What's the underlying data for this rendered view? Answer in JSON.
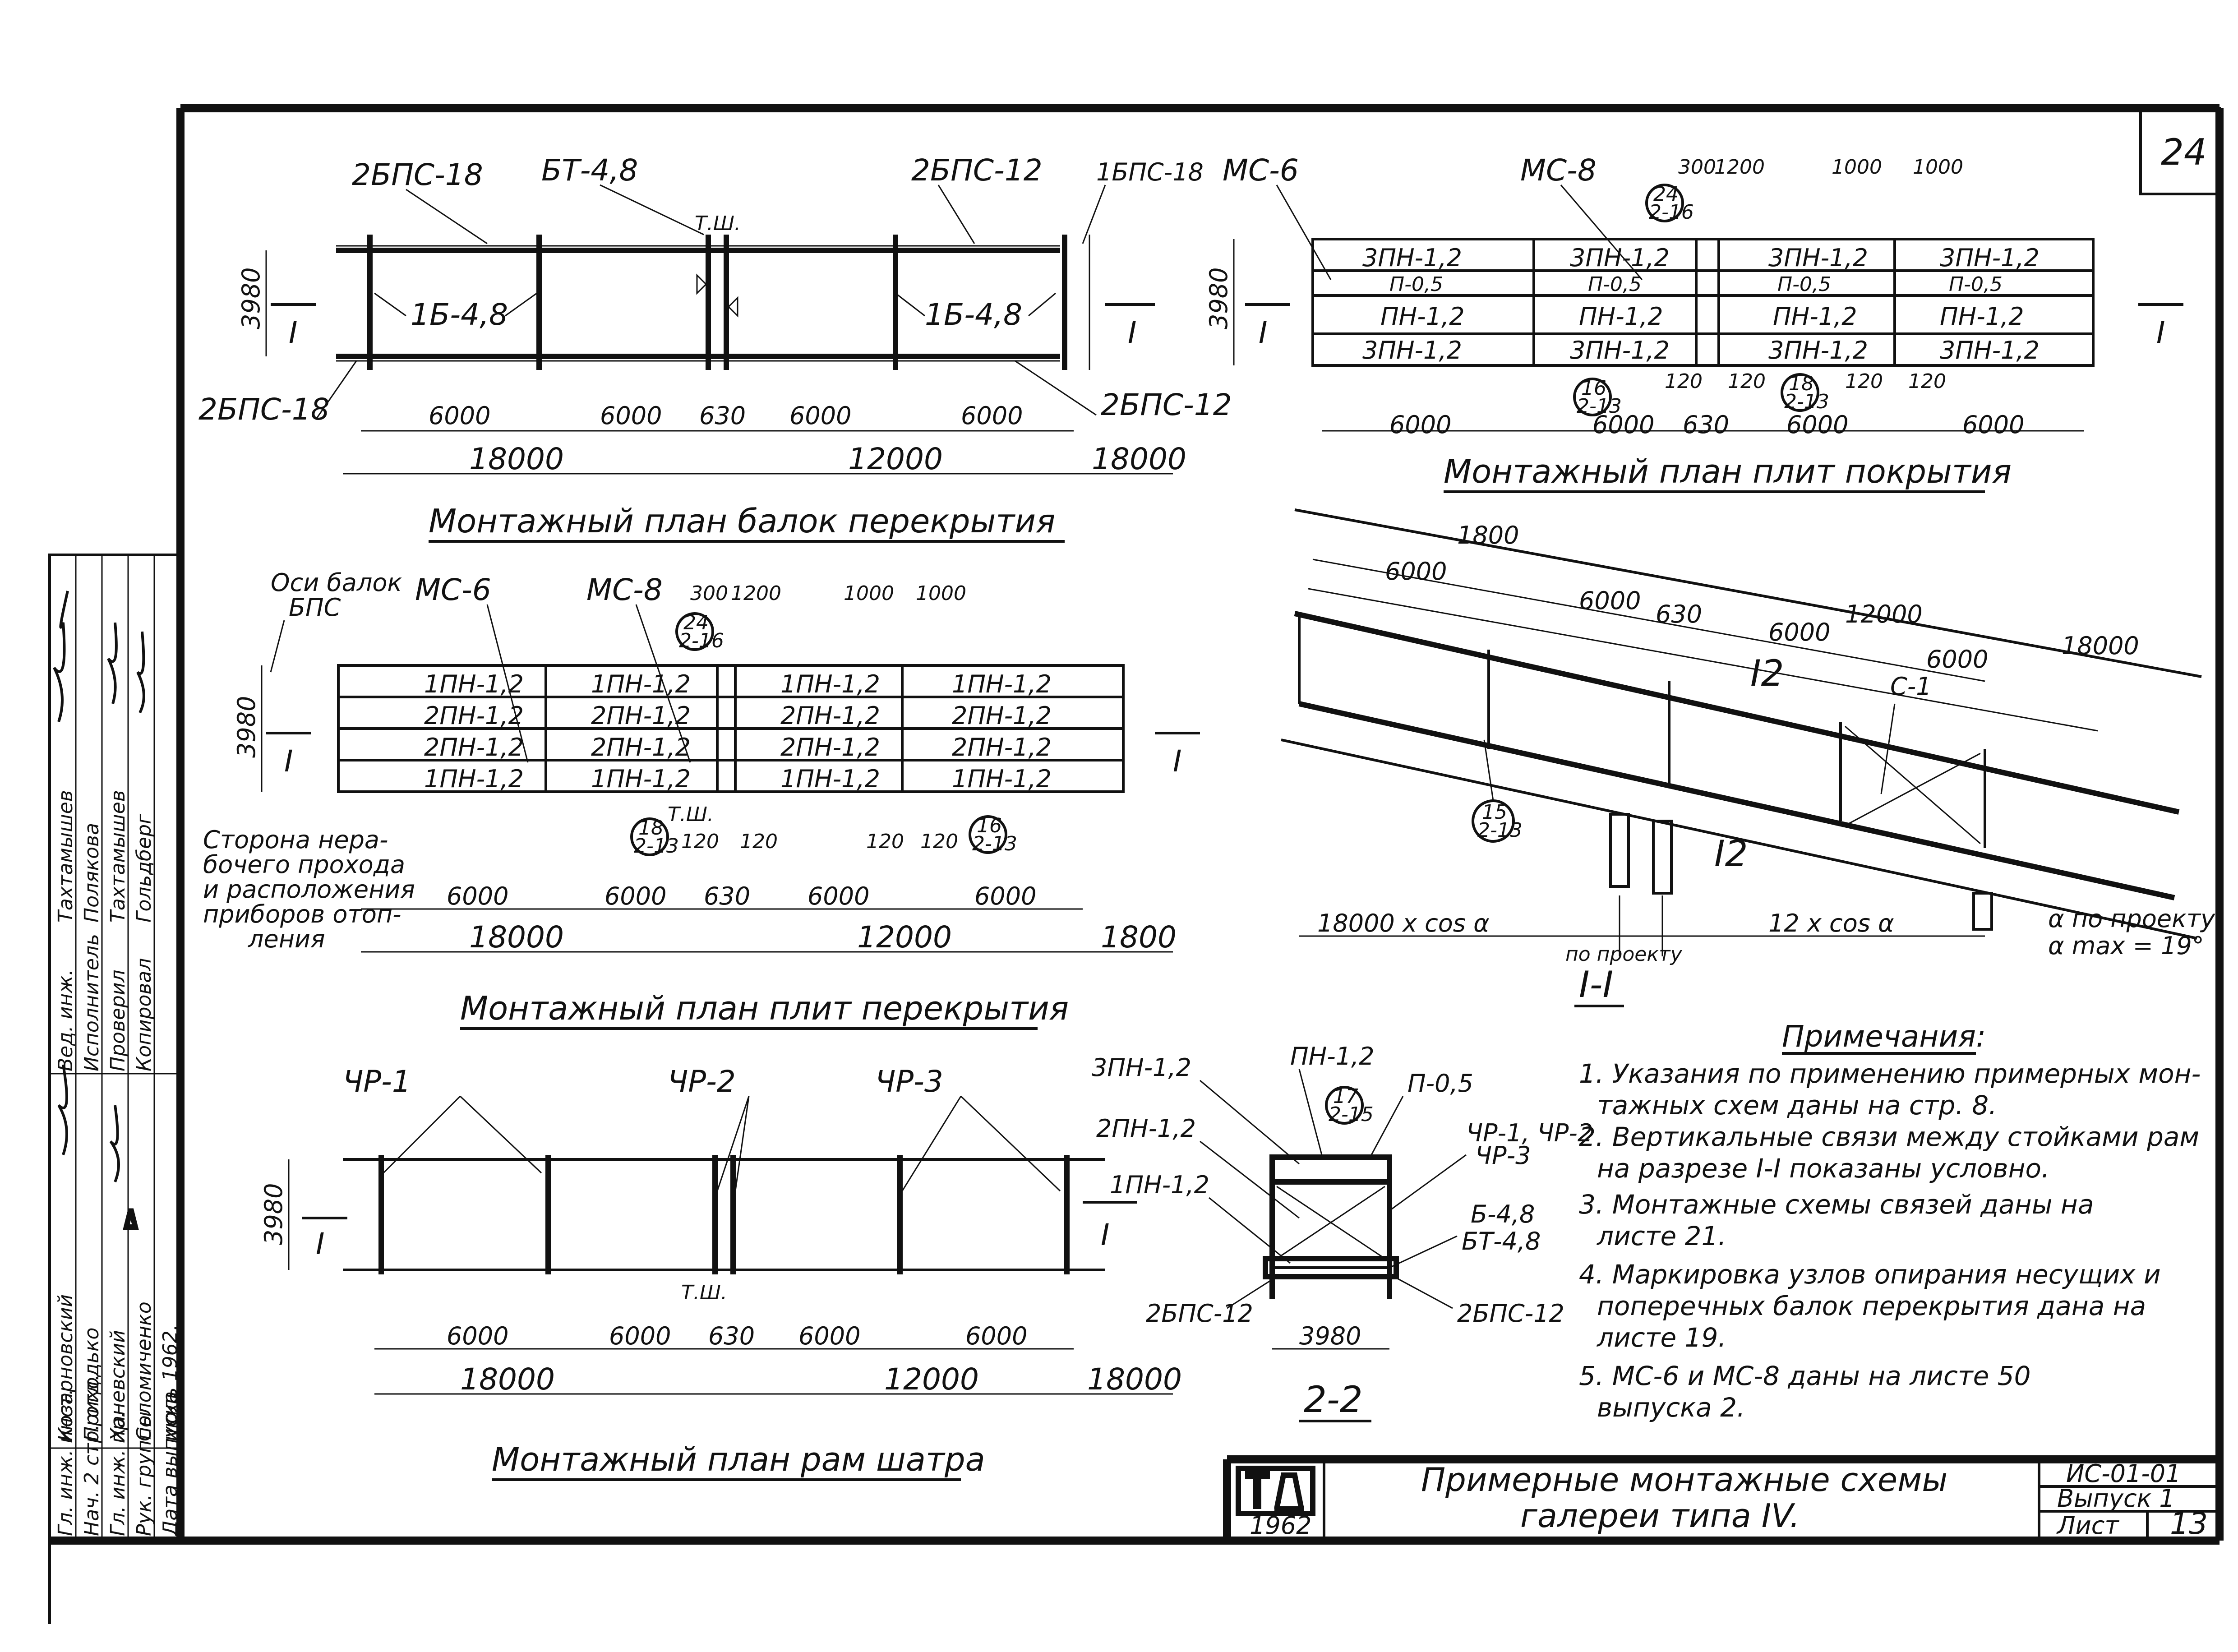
{
  "sheet": {
    "page_number": "24",
    "stamp_year": "1962",
    "title_line1": "Примерные монтажные схемы",
    "title_line2": "галереи типа IV.",
    "code": "ИС-01-01",
    "issue": "Выпуск 1",
    "list_label": "Лист",
    "list_number": "13"
  },
  "side_stamp": {
    "roles": [
      "Гл. инж. инст.",
      "Нач. 2 стр. отд.",
      "Гл. инж. пр.",
      "Рук. группы",
      "Дата выпуска"
    ],
    "names": [
      "Козарновский",
      "Приходько",
      "Ханевский",
      "Соломиченко",
      "июль 1962."
    ],
    "roles2": [
      "Вед. инж.",
      "Исполнитель",
      "Проверил",
      "Копировал"
    ],
    "names2": [
      "Тахтамышев",
      "Полякова",
      "Тахтамышев",
      "Гольдберг"
    ]
  },
  "plan_beams": {
    "title": "Монтажный план балок перекрытия",
    "labels": [
      "2БПС-18",
      "БТ-4,8",
      "2БПС-12",
      "1БПС-18",
      "1Б-4,8",
      "1Б-4,8",
      "2БПС-18",
      "2БПС-12",
      "Т.Ш."
    ],
    "width_dim": "3980",
    "section_mark": "I",
    "dims_spans": [
      "6000",
      "6000",
      "630",
      "6000",
      "6000"
    ],
    "dims_totals": [
      "18000",
      "12000",
      "18000"
    ]
  },
  "plan_roof": {
    "title": "Монтажный план плит покрытия",
    "labels_top": [
      "МС-6",
      "МС-8"
    ],
    "dims_top": [
      "300",
      "1200",
      "1000",
      "1000"
    ],
    "rows": [
      [
        "3ПН-1,2",
        "3ПН-1,2",
        "3ПН-1,2",
        "3ПН-1,2"
      ],
      [
        "П-0,5",
        "П-0,5",
        "П-0,5",
        "П-0,5"
      ],
      [
        "ПН-1,2",
        "ПН-1,2",
        "ПН-1,2",
        "ПН-1,2"
      ],
      [
        "3ПН-1,2",
        "3ПН-1,2",
        "3ПН-1,2",
        "3ПН-1,2"
      ]
    ],
    "small_dims": [
      "120",
      "120",
      "120",
      "120"
    ],
    "circle_top": "24",
    "circle_top_sub": "2-16",
    "circle_a": "16",
    "circle_a_sub": "2-13",
    "circle_b": "18",
    "circle_b_sub": "2-13",
    "width_dim": "3980",
    "section_mark": "I",
    "dims_spans": [
      "6000",
      "6000",
      "630",
      "6000",
      "6000"
    ]
  },
  "plan_floor": {
    "title": "Монтажный план плит перекрытия",
    "labels_top": [
      "Оси балок",
      "БПС",
      "МС-6",
      "МС-8"
    ],
    "dims_top": [
      "300",
      "1200",
      "1000",
      "1000"
    ],
    "rows": [
      [
        "1ПН-1,2",
        "1ПН-1,2",
        "1ПН-1,2",
        "1ПН-1,2"
      ],
      [
        "2ПН-1,2",
        "2ПН-1,2",
        "2ПН-1,2",
        "2ПН-1,2"
      ],
      [
        "2ПН-1,2",
        "2ПН-1,2",
        "2ПН-1,2",
        "2ПН-1,2"
      ],
      [
        "1ПН-1,2",
        "1ПН-1,2",
        "1ПН-1,2",
        "1ПН-1,2"
      ]
    ],
    "note_side": [
      "Сторона нера-",
      "бочего прохода",
      "и расположения",
      "приборов отоп-",
      "ления"
    ],
    "small_dims": [
      "120",
      "120",
      "120",
      "120"
    ],
    "tsh": "Т.Ш.",
    "circle_top": "24",
    "circle_top_sub": "2-16",
    "circle_a": "18",
    "circle_a_sub": "2-13",
    "circle_b": "16",
    "circle_b_sub": "2-13",
    "width_dim": "3980",
    "section_mark": "I",
    "dims_spans": [
      "6000",
      "6000",
      "630",
      "6000",
      "6000"
    ],
    "dims_totals": [
      "18000",
      "12000",
      "1800"
    ]
  },
  "plan_frames": {
    "title": "Монтажный план рам шатра",
    "labels": [
      "ЧР-1",
      "ЧР-2",
      "ЧР-3"
    ],
    "tsh": "Т.Ш.",
    "width_dim": "3980",
    "section_mark": "I",
    "dims_spans": [
      "6000",
      "6000",
      "630",
      "6000",
      "6000"
    ],
    "dims_totals": [
      "18000",
      "12000",
      "18000"
    ]
  },
  "section_11": {
    "title": "I-I",
    "dims_top": [
      "1800",
      "6000",
      "6000",
      "630",
      "12000",
      "6000",
      "6000",
      "18000"
    ],
    "labels": [
      "I2",
      "I2",
      "С-1"
    ],
    "circle": "15",
    "circle_sub": "2-13",
    "bottom_dims": [
      "18000 x cos α",
      "12 x cos α"
    ],
    "by_project": "по проекту",
    "alpha_note1": "α по проекту",
    "alpha_note2": "α max = 19°"
  },
  "section_22": {
    "title": "2-2",
    "labels_left": [
      "3ПН-1,2",
      "2ПН-1,2",
      "1ПН-1,2",
      "2БПС-12"
    ],
    "labels_right": [
      "П-0,5",
      "ЧР-1, ЧР-2",
      "ЧР-3",
      "Б-4,8",
      "БТ-4,8",
      "2БПС-12"
    ],
    "label_top": "ПН-1,2",
    "circle": "17",
    "circle_sub": "2-15",
    "width_dim": "3980",
    "section_mark": "I"
  },
  "notes": {
    "heading": "Примечания:",
    "lines": [
      "1. Указания по применению примерных мон-",
      "тажных схем даны на стр. 8.",
      "2. Вертикальные связи между стойками рам",
      "на разрезе I-I показаны условно.",
      "3. Монтажные схемы связей даны на",
      "листе 21.",
      "4. Маркировка узлов опирания несущих и",
      "поперечных балок перекрытия дана на",
      "листе 19.",
      "5. МС-6 и МС-8 даны на листе 50",
      "выпуска 2."
    ]
  }
}
